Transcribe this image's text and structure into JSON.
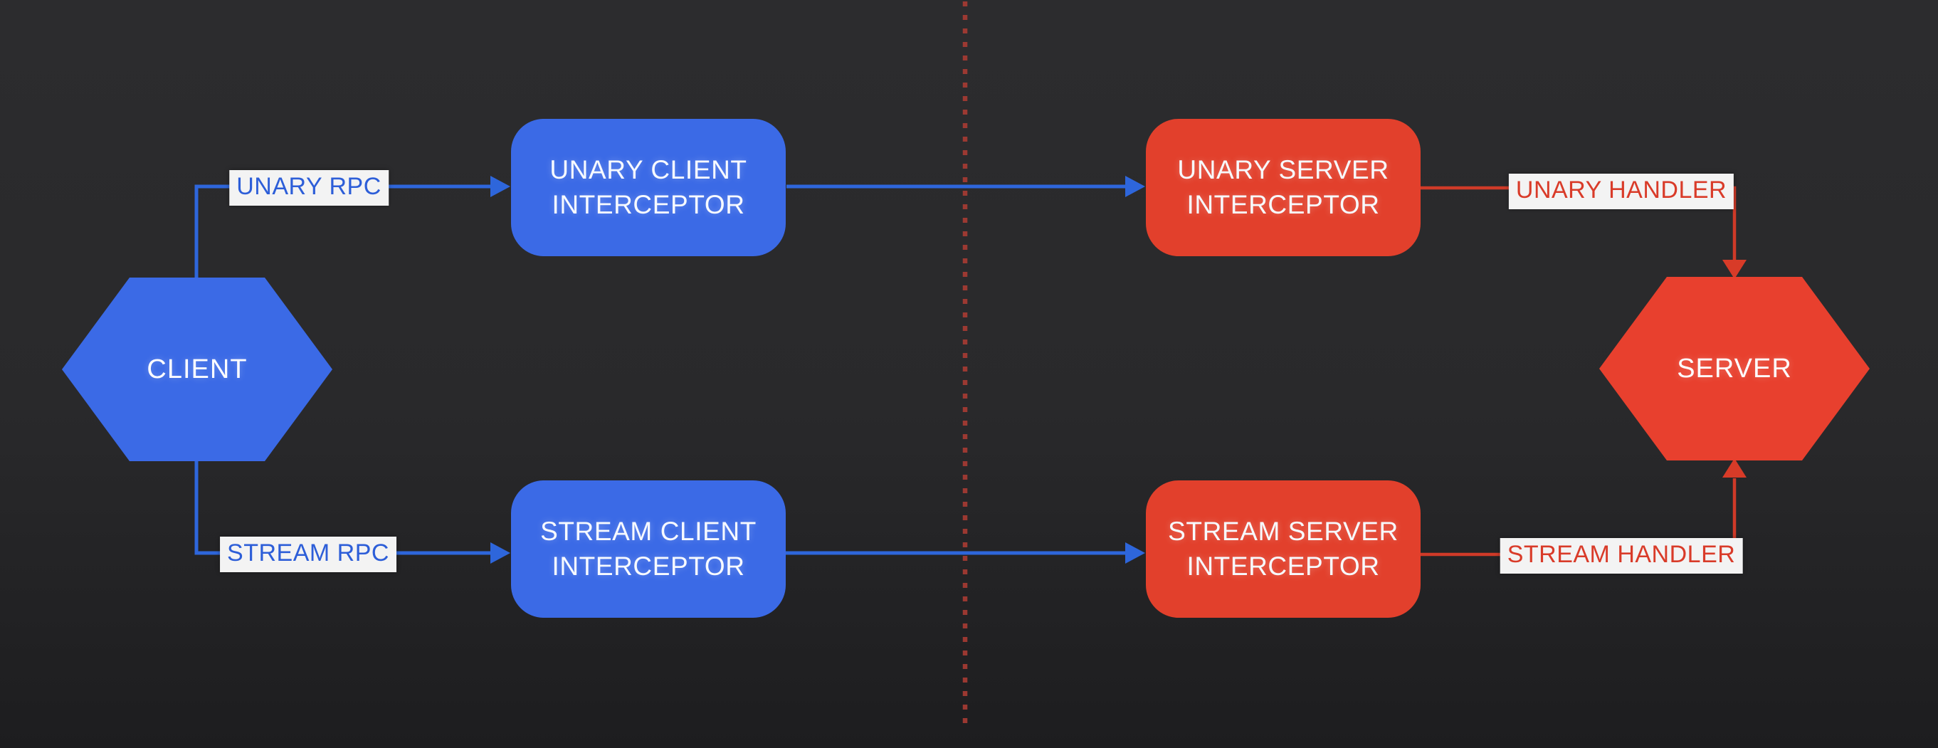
{
  "nodes": {
    "client": {
      "label": "CLIENT"
    },
    "server": {
      "label": "SERVER"
    },
    "unary_client_interceptor": {
      "label": "UNARY CLIENT INTERCEPTOR"
    },
    "stream_client_interceptor": {
      "label": "STREAM CLIENT INTERCEPTOR"
    },
    "unary_server_interceptor": {
      "label": "UNARY SERVER INTERCEPTOR"
    },
    "stream_server_interceptor": {
      "label": "STREAM SERVER INTERCEPTOR"
    }
  },
  "edge_labels": {
    "unary_rpc": "UNARY RPC",
    "stream_rpc": "STREAM RPC",
    "unary_handler": "UNARY HANDLER",
    "stream_handler": "STREAM HANDLER"
  },
  "colors": {
    "client_blue": "#3b6ae6",
    "server_red": "#e2402c",
    "blue_line": "#2e66db",
    "red_line": "#cf3a28",
    "dashed_divider": "#a93b33",
    "label_background": "#f3f3f3",
    "background_dark": "#28282a"
  }
}
